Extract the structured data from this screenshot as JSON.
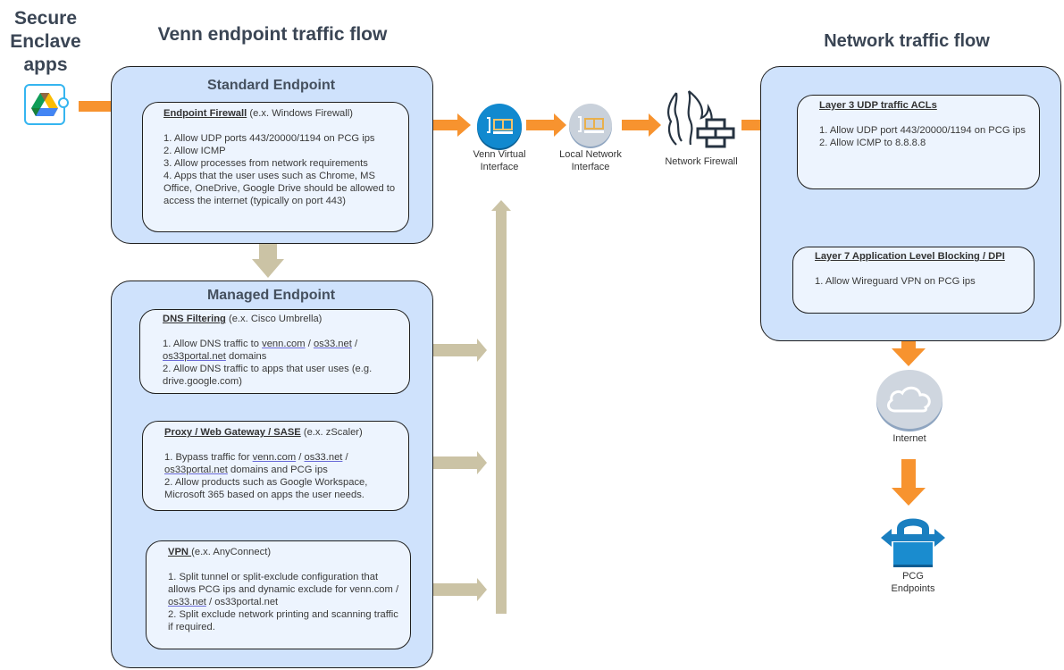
{
  "left_title": "Secure Enclave apps",
  "venn_title": "Venn endpoint traffic flow",
  "network_title": "Network traffic flow",
  "icons": {
    "app": "google-drive-icon",
    "venn_nic": "network-card-icon",
    "local_nic": "network-card-icon",
    "firewall": "firewall-icon",
    "internet": "cloud-icon",
    "pcg": "pcg-endpoint-icon"
  },
  "colors": {
    "flow_arrow": "#f7932f",
    "managed_arrow": "#cbc3a5",
    "panel_bg": "#cfe2fc",
    "card_bg": "#edf4fe",
    "venn_blue": "#1189cf",
    "local_gray": "#c9d1db"
  },
  "standard_endpoint": {
    "title": "Standard Endpoint",
    "card": {
      "heading": "Endpoint Firewall",
      "example": " (e.x. Windows Firewall)",
      "lines": [
        "1. Allow UDP ports 443/20000/1194 on PCG ips",
        "2.  Allow ICMP",
        "3.  Allow processes from network requirements",
        "4.  Apps that the user uses such as Chrome, MS Office, OneDrive, Google Drive should be allowed to access the internet (typically on port 443)"
      ]
    }
  },
  "managed_endpoint": {
    "title": "Managed Endpoint",
    "dns": {
      "heading": "DNS Filtering",
      "example": "  (e.x. Cisco Umbrella)",
      "l1_prefix": "1. Allow DNS traffic to ",
      "l1_link1": "venn.com",
      "l1_sep1": " / ",
      "l1_link2": "os33.net",
      "l1_sep2": " / ",
      "l1_link3": "os33portal.net",
      "l1_suffix": " domains",
      "l2": "2. Allow DNS traffic to apps that user uses (e.g. drive.google.com)"
    },
    "proxy": {
      "heading": "Proxy / Web Gateway / SASE",
      "example": " (e.x. zScaler)",
      "l1_prefix": "1. Bypass traffic for ",
      "l1_link1": "venn.com",
      "l1_sep1": " / ",
      "l1_link2": "os33.net",
      "l1_sep2": " / ",
      "l1_link3": "os33portal.net",
      "l1_suffix": " domains and PCG ips",
      "l2": "2. Allow products such as Google Workspace, Microsoft 365 based on apps the user needs."
    },
    "vpn": {
      "heading": "VPN ",
      "example": "(e.x. AnyConnect)",
      "l1_prefix": "1.  Split tunnel or split-exclude configuration that allows PCG ips and dynamic exclude for venn.com / ",
      "l1_link": "os33.net",
      "l1_suffix": " / os33portal.net",
      "l2": "2.  Split exclude network printing and scanning traffic if required."
    }
  },
  "nodes": {
    "venn_nic": "Venn Virtual Interface",
    "local_nic": "Local Network Interface",
    "firewall": "Network Firewall",
    "internet": "Internet",
    "pcg": "PCG Endpoints"
  },
  "network": {
    "layer3": {
      "heading": "Layer 3 UDP traffic ACLs",
      "lines": [
        "1. Allow UDP port 443/20000/1194 on PCG ips",
        "2.  Allow ICMP to 8.8.8.8"
      ]
    },
    "layer7": {
      "heading": "Layer 7 Application Level Blocking / DPI",
      "lines": [
        "1. Allow Wireguard VPN on PCG ips"
      ]
    }
  }
}
